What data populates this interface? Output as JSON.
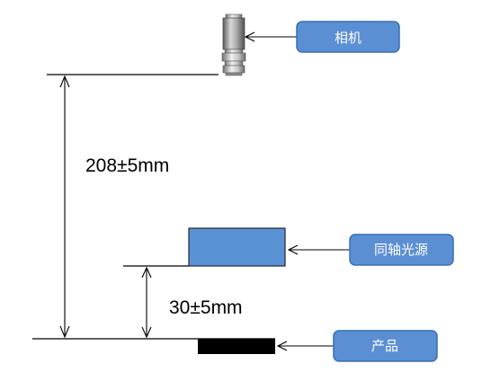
{
  "callouts": {
    "camera": "相机",
    "coaxial_light": "同轴光源",
    "product": "产品"
  },
  "dimensions": {
    "camera_to_product": "208±5mm",
    "light_to_product": "30±5mm"
  },
  "colors": {
    "callout_fill": "#5b8fd4",
    "callout_border": "#3a6fb4",
    "light_fill": "#5a92d6",
    "light_border": "#26262e",
    "product_fill": "#000000",
    "line": "#000000"
  },
  "icons": {
    "camera": "camera-icon"
  }
}
